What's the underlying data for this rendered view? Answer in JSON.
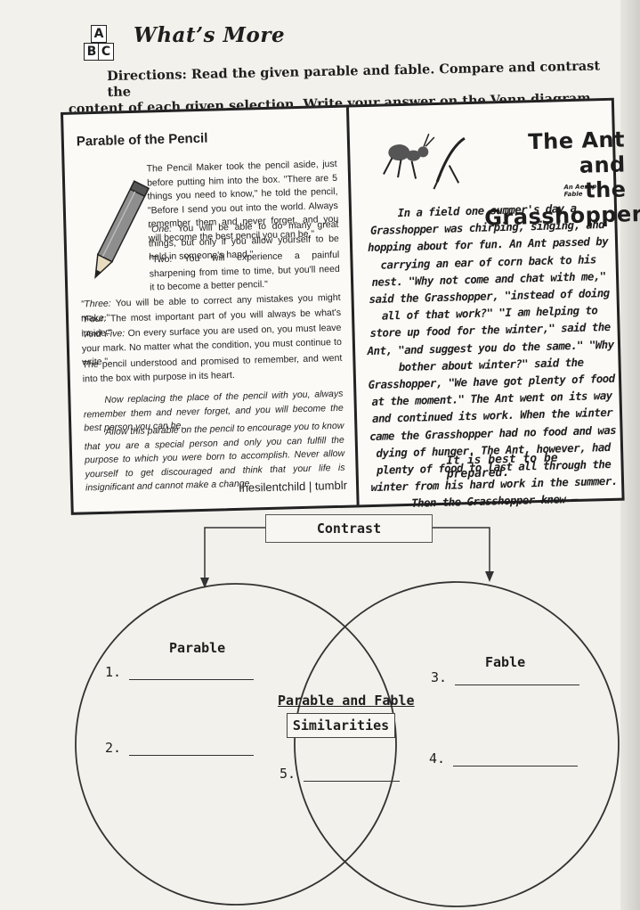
{
  "header": {
    "icon_letters": [
      "A",
      "B",
      "C"
    ],
    "title": "What’s More",
    "directions_line1": "Directions: Read the given parable and fable. Compare and contrast the",
    "directions_line2": "content of each given selection. Write your answer on the Venn diagram."
  },
  "parable": {
    "title": "Parable of the Pencil",
    "p1": "The Pencil Maker took the pencil aside, just before putting him into the box. \"There are 5 things you need to know,\" he told the pencil, \"Before I send you out into the world. Always remember them and never forget, and you will become the best pencil you can be.\"",
    "p2_label": "\"One:",
    "p2": " You will be able to do many great things, but only if you allow yourself to be held in someone's hand.\"",
    "p3": "\"Two: You will experience a painful sharpening from time to time, but you'll need it to become a better pencil.\"",
    "p4_label": "\"Three:",
    "p4": " You will be able to correct any mistakes you might make.\"",
    "p5_label": "\"Four:",
    "p5": " The most important part of you will always be what's inside.\"",
    "p6_label": "\"And Five:",
    "p6": " On every surface you are used on, you must leave your mark. No matter what the condition, you must continue to write.\"",
    "p7": "The pencil understood and promised to remember, and went into the box with purpose in its heart.",
    "p8": "Now replacing the place of the pencil with you, always remember them and never forget, and you will become the best person you can be.",
    "p9": "Allow this parable on the pencil to encourage you to know that you are a special person and only you can fulfill the purpose to which you were born to accomplish. Never allow yourself to get discouraged and think that your life is insignificant and cannot make a change.",
    "credit": "Ihesilentchild | tumblr"
  },
  "fable": {
    "title_line1": "The Ant and",
    "title_line2": "the Grasshopper",
    "subtitle": "An Aesop Fable",
    "body": "In a field one summer's day a Grasshopper was chirping, singing, and hopping about for fun. An Ant passed by carrying an ear of corn back to his nest. \"Why not come and chat with me,\" said the Grasshopper, \"instead of doing all of that work?\" \"I am helping to store up food for the winter,\" said the Ant, \"and suggest you do the same.\" \"Why bother about winter?\" said the Grasshopper, \"We have got plenty of food at the moment.\" The Ant went on its way and continued its work. When the winter came the Grasshopper had no food and was dying of hunger. The Ant, however, had plenty of food to last all through the winter from his hard work in the summer. Then the Grasshopper knew –",
    "moral": "It is best to be prepared."
  },
  "venn": {
    "contrast_label": "Contrast",
    "left_label": "Parable",
    "right_label": "Fable",
    "middle_label": "Parable and Fable",
    "similarities_label": "Similarities",
    "items": {
      "n1": "1.",
      "n2": "2.",
      "n3": "3.",
      "n4": "4.",
      "n5": "5."
    }
  }
}
